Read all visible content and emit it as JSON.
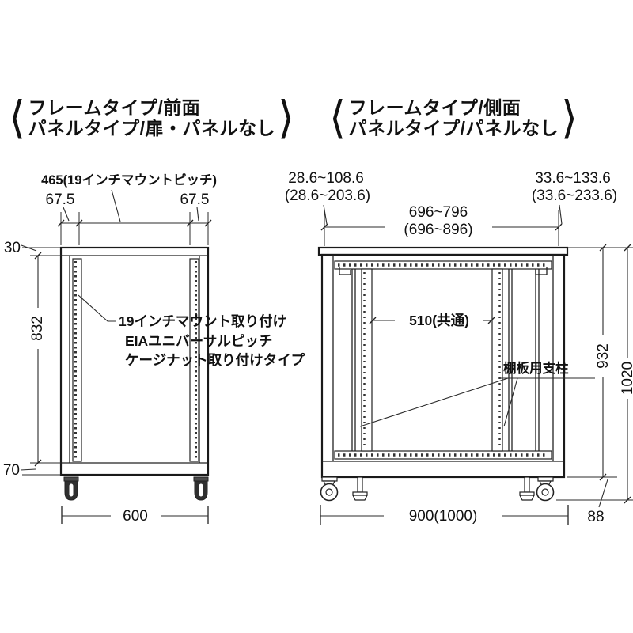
{
  "page": {
    "background": "#ffffff",
    "line_color": "#1f1f1f",
    "text_color": "#111111"
  },
  "front_view": {
    "bracket_open": "⟨",
    "bracket_close": "⟩",
    "title_line1": "フレームタイプ/前面",
    "title_line2": "パネルタイプ/扉・パネルなし",
    "dims": {
      "mount_pitch_width": "465(19インチマウントピッチ)",
      "left_margin": "67.5",
      "right_margin": "67.5",
      "top_frame_height": "30",
      "rail_height": "832",
      "bottom_frame_height": "70",
      "outer_width": "600"
    },
    "annotation_line1": "19インチマウント取り付け",
    "annotation_line2": "EIAユニバーサルピッチ",
    "annotation_line3": "ケージナット取り付けタイプ"
  },
  "side_view": {
    "bracket_open": "⟨",
    "bracket_close": "⟩",
    "title_line1": "フレームタイプ/側面",
    "title_line2": "パネルタイプ/パネルなし",
    "dims": {
      "front_rail_offset": "28.6~108.6",
      "front_rail_offset_alt": "(28.6~203.6)",
      "inner_depth": "696~796",
      "inner_depth_alt": "(696~896)",
      "rear_rail_offset": "33.6~133.6",
      "rear_rail_offset_alt": "(33.6~233.6)",
      "shelf_post_pitch": "510(共通)",
      "frame_height": "932",
      "overall_height": "1020",
      "outer_depth": "900(1000)",
      "caster_height": "88"
    },
    "annotation_shelf_post": "棚板用支柱"
  }
}
